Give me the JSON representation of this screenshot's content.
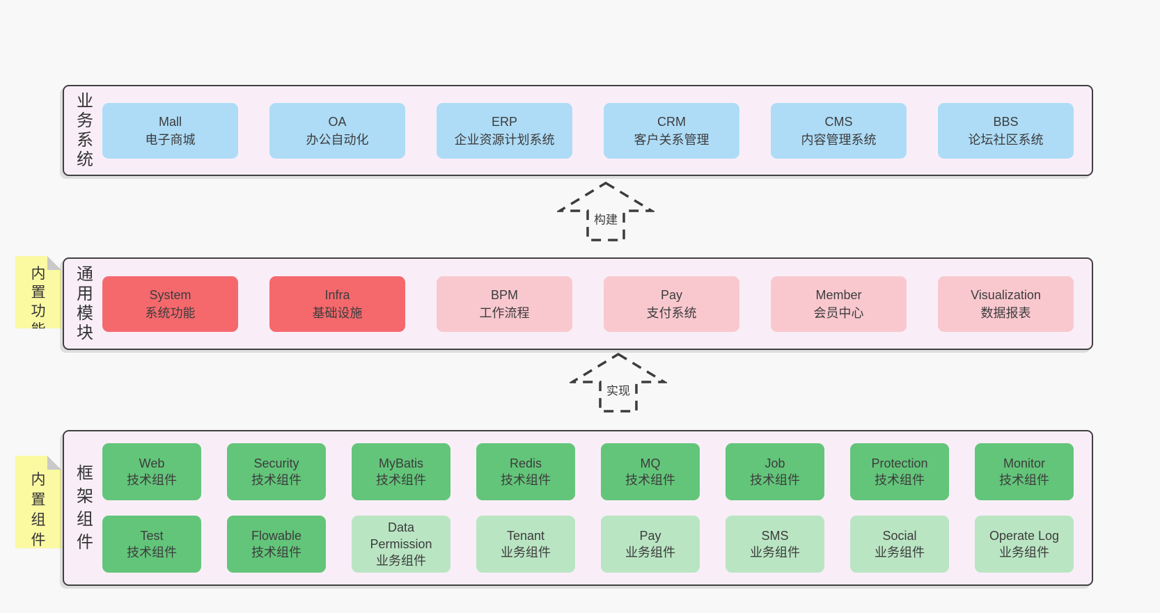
{
  "colors": {
    "page_bg": "#f8f8f8",
    "panel_fill": "#f9eef8",
    "panel_border": "#404040",
    "blue": "#aedcf7",
    "red": "#f5696d",
    "pink": "#f9c8cf",
    "green": "#63c57a",
    "green_light": "#bae5c3",
    "note_yellow": "#fbf9a2",
    "note_fold": "#c9c9c9",
    "text": "#3c3c3c"
  },
  "sections": [
    {
      "label": "业务系统",
      "rows": [
        [
          {
            "name": "Mall",
            "desc": "电子商城",
            "color": "blue"
          },
          {
            "name": "OA",
            "desc": "办公自动化",
            "color": "blue"
          },
          {
            "name": "ERP",
            "desc": "企业资源计划系统",
            "color": "blue"
          },
          {
            "name": "CRM",
            "desc": "客户关系管理",
            "color": "blue"
          },
          {
            "name": "CMS",
            "desc": "内容管理系统",
            "color": "blue"
          },
          {
            "name": "BBS",
            "desc": "论坛社区系统",
            "color": "blue"
          }
        ]
      ]
    },
    {
      "label": "通用模块",
      "rows": [
        [
          {
            "name": "System",
            "desc": "系统功能",
            "color": "red"
          },
          {
            "name": "Infra",
            "desc": "基础设施",
            "color": "red"
          },
          {
            "name": "BPM",
            "desc": "工作流程",
            "color": "pink"
          },
          {
            "name": "Pay",
            "desc": "支付系统",
            "color": "pink"
          },
          {
            "name": "Member",
            "desc": "会员中心",
            "color": "pink"
          },
          {
            "name": "Visualization",
            "desc": "数据报表",
            "color": "pink"
          }
        ]
      ]
    },
    {
      "label": "框架组件",
      "rows": [
        [
          {
            "name": "Web",
            "desc": "技术组件",
            "color": "green"
          },
          {
            "name": "Security",
            "desc": "技术组件",
            "color": "green"
          },
          {
            "name": "MyBatis",
            "desc": "技术组件",
            "color": "green"
          },
          {
            "name": "Redis",
            "desc": "技术组件",
            "color": "green"
          },
          {
            "name": "MQ",
            "desc": "技术组件",
            "color": "green"
          },
          {
            "name": "Job",
            "desc": "技术组件",
            "color": "green"
          },
          {
            "name": "Protection",
            "desc": "技术组件",
            "color": "green"
          },
          {
            "name": "Monitor",
            "desc": "技术组件",
            "color": "green"
          }
        ],
        [
          {
            "name": "Test",
            "desc": "技术组件",
            "color": "green"
          },
          {
            "name": "Flowable",
            "desc": "技术组件",
            "color": "green"
          },
          {
            "name": "Data Permission",
            "desc": "业务组件",
            "color": "green_light"
          },
          {
            "name": "Tenant",
            "desc": "业务组件",
            "color": "green_light"
          },
          {
            "name": "Pay",
            "desc": "业务组件",
            "color": "green_light"
          },
          {
            "name": "SMS",
            "desc": "业务组件",
            "color": "green_light"
          },
          {
            "name": "Social",
            "desc": "业务组件",
            "color": "green_light"
          },
          {
            "name": "Operate Log",
            "desc": "业务组件",
            "color": "green_light"
          }
        ]
      ]
    }
  ],
  "arrows": [
    {
      "label": "构建"
    },
    {
      "label": "实现"
    }
  ],
  "notes": [
    {
      "text": "内置功能"
    },
    {
      "text": "内置组件"
    }
  ]
}
